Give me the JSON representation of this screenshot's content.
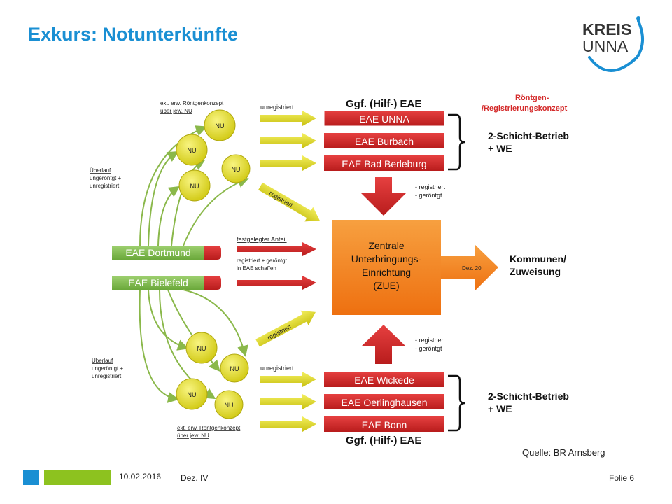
{
  "slide": {
    "title": "Exkurs: Notunterkünfte",
    "source": "Quelle: BR Arnsberg",
    "date": "10.02.2016",
    "department": "Dez. IV",
    "page": "Folie 6"
  },
  "logo": {
    "line1": "KREIS",
    "line2": "UNNA"
  },
  "colors": {
    "accent_blue": "#1a8fd3",
    "accent_green": "#8dc21f",
    "eae_red": "#d42a2a",
    "zue_orange": "#f08020",
    "nu_yellow": "#e6e01a"
  },
  "diagram": {
    "top_header": "Ggf. (Hilf-) EAE",
    "bottom_header": "Ggf. (Hilf-) EAE",
    "roentgen_label_1": "Röntgen-",
    "roentgen_label_2": "/Registrierungskonzept",
    "eae_top": [
      "EAE UNNA",
      "EAE Burbach",
      "EAE Bad Berleburg"
    ],
    "eae_bottom": [
      "EAE Wickede",
      "EAE Oerlinghausen",
      "EAE Bonn"
    ],
    "schicht_1": "2-Schicht-Betrieb",
    "schicht_2": "+ WE",
    "zue_lines": [
      "Zentrale",
      "Unterbringungs-",
      "Einrichtung",
      "(ZUE)"
    ],
    "kommunen_1": "Kommunen/",
    "kommunen_2": "Zuweisung",
    "dez20": "Dez. 20",
    "green_eae": [
      "EAE Dortmund",
      "EAE Bielefeld"
    ],
    "nu": "NU",
    "unregistriert": "unregistriert",
    "registriert": "registriert",
    "note_up_1": "- registriert",
    "note_up_2": "- geröntgt",
    "festgelegter": "festgelegter Anteil",
    "reg_schaffen_1": "registriert + geröntgt",
    "reg_schaffen_2": "in EAE schaffen",
    "ext_1": "ext. erw. Röntgenkonzept",
    "ext_2": "über jew. NU",
    "ueberlauf_1": "Überlauf",
    "ueberlauf_2": "ungeröntgt +",
    "ueberlauf_3": "unregistriert"
  }
}
